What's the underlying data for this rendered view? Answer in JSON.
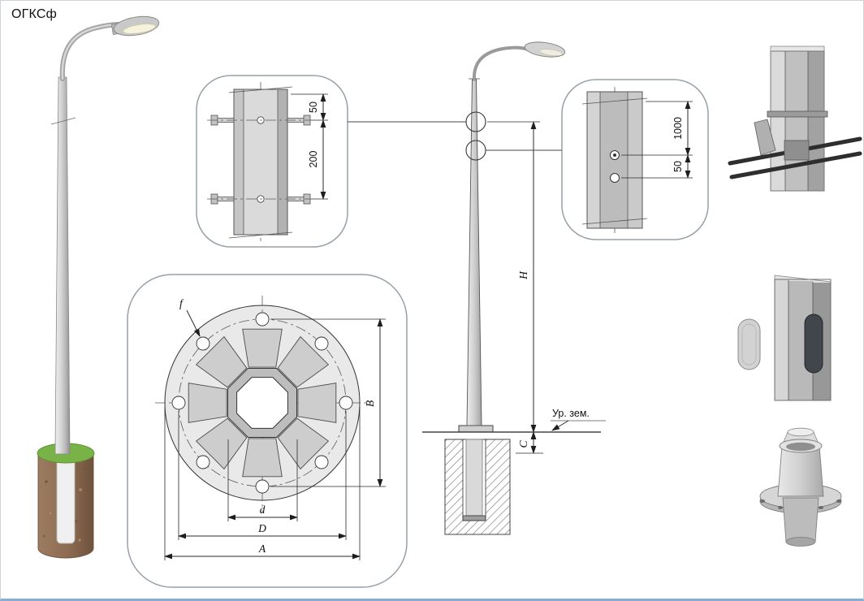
{
  "title": "ОГКСф",
  "details": {
    "top": {
      "d50": "50",
      "d200": "200"
    },
    "right": {
      "d1000": "1000",
      "d50": "50"
    }
  },
  "flange": {
    "f": "f",
    "B": "B",
    "d": "d",
    "D": "D",
    "A": "A"
  },
  "elevation": {
    "H": "H",
    "C": "C",
    "ground": "Ур. зем."
  },
  "colors": {
    "pole_gray": "#c9c9c9",
    "foundation_brown": "#8d6b51",
    "grass_green": "#79b347",
    "line_black": "#2a2a2a"
  }
}
